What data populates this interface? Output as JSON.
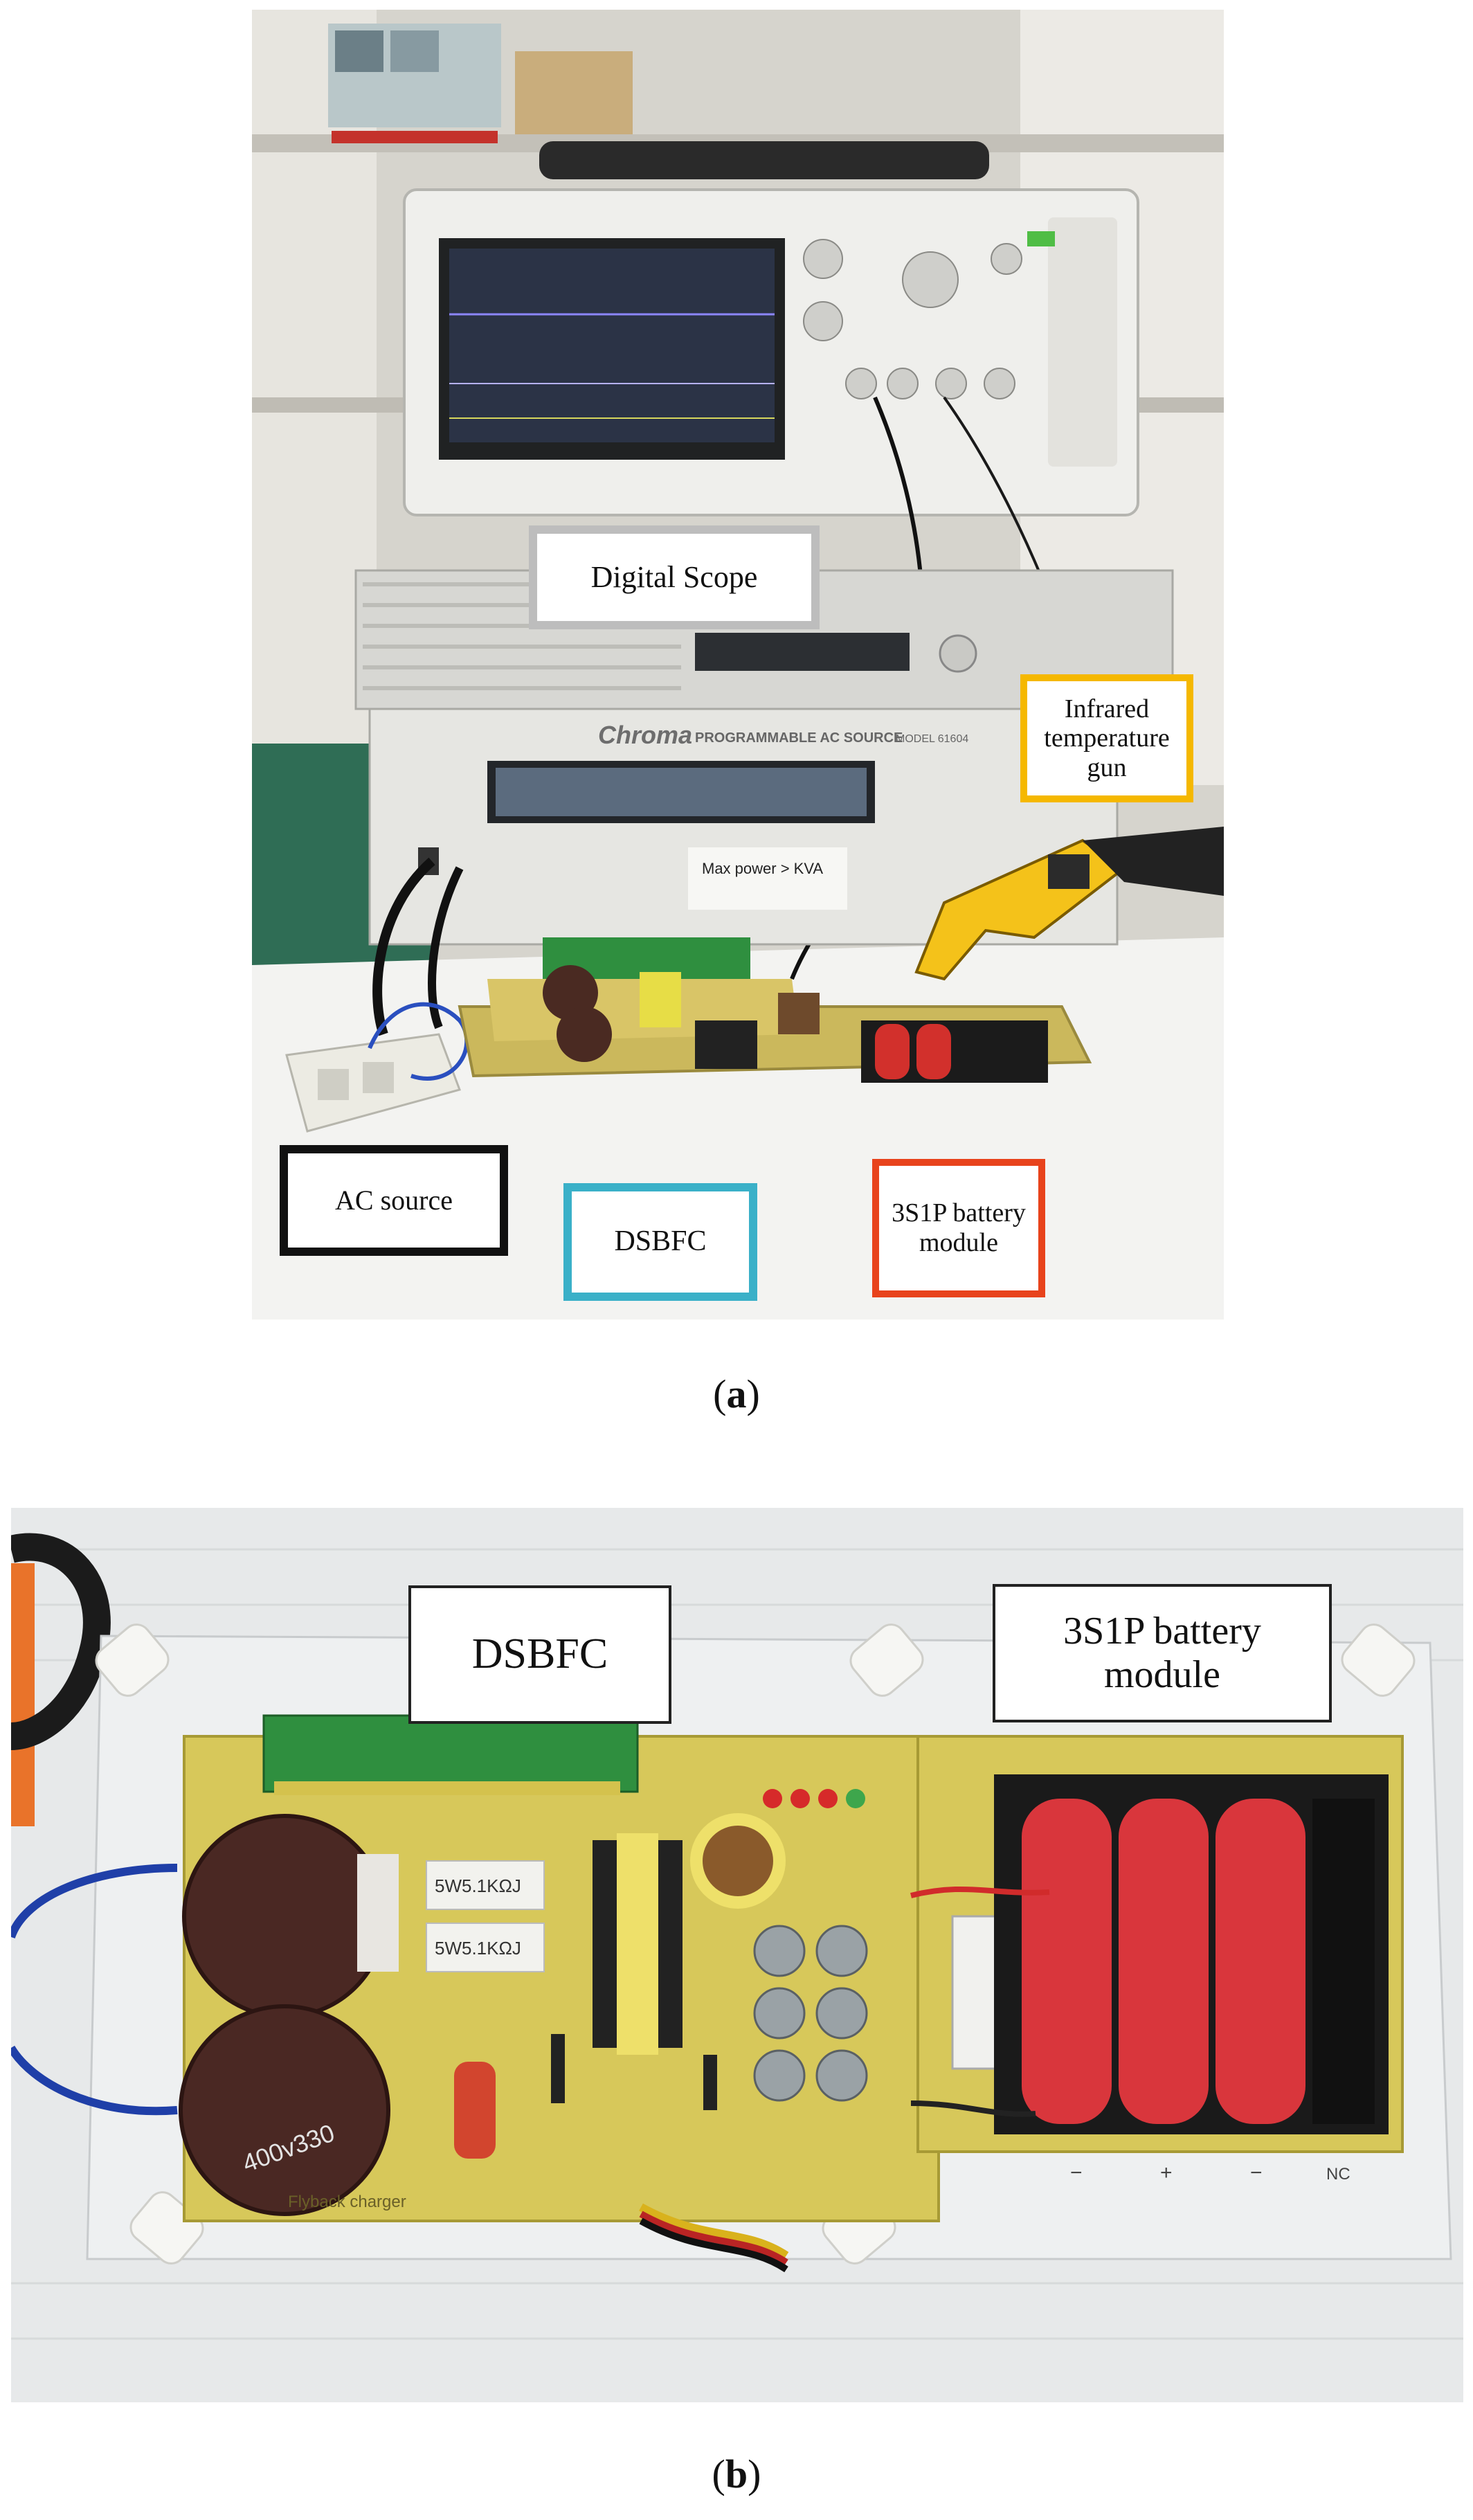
{
  "figure_a": {
    "caption_open": "(",
    "caption_letter": "a",
    "caption_close": ")",
    "labels": {
      "digital_scope": "Digital Scope",
      "infrared_gun": "Infrared temperature gun",
      "ac_source": "AC source",
      "dsbfc": "DSBFC",
      "battery_module": "3S1P battery module"
    },
    "equipment_text": {
      "ac_source_brand": "Chroma",
      "ac_source_model": "PROGRAMMABLE AC SOURCE",
      "ac_source_model_no": "MODEL 61604",
      "max_power_note": "Max power > KVA"
    },
    "label_colors": {
      "digital_scope": "#bdbdbd",
      "infrared_gun": "#f5b800",
      "ac_source": "#111111",
      "dsbfc": "#3ab0c8",
      "battery_module": "#e8431c"
    }
  },
  "figure_b": {
    "caption_open": "(",
    "caption_letter": "b",
    "caption_close": ")",
    "labels": {
      "dsbfc": "DSBFC",
      "battery_module": "3S1P battery module"
    },
    "board_text": {
      "resistor_1": "5W5.1KΩJ",
      "resistor_2": "5W5.1KΩJ",
      "capacitor_marking": "400v330",
      "board_name": "Flyback charger"
    },
    "holder_marks": {
      "minus_1": "−",
      "plus": "+",
      "minus_2": "−",
      "nc": "NC"
    }
  }
}
